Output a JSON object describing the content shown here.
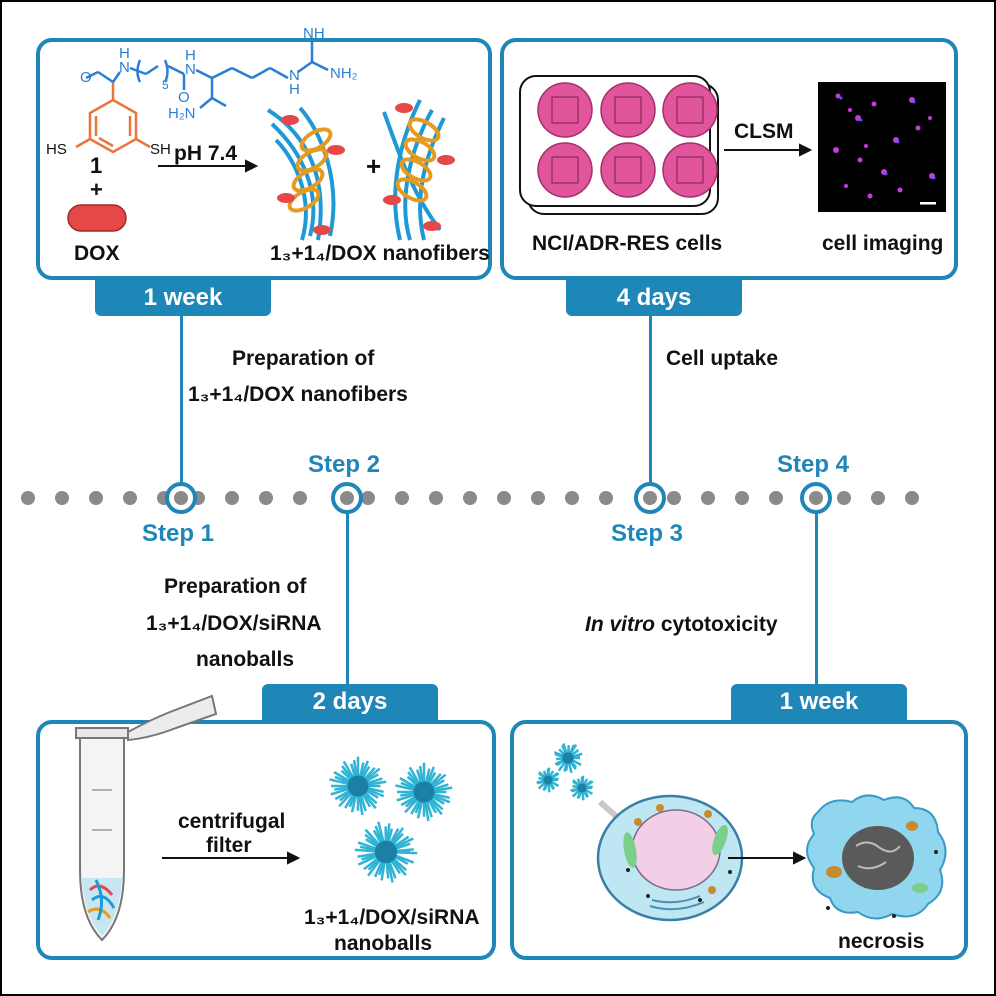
{
  "panel1": {
    "tab": "1 week",
    "compound_number": "1",
    "plus": "+",
    "dox": "DOX",
    "ph": "pH 7.4",
    "product_plus": "+",
    "product_label": "1₃+1₄/DOX nanofibers",
    "chem_labels": {
      "sh_left": "HS",
      "sh_right": "SH",
      "n1": "N",
      "h1": "H",
      "n2": "N",
      "h2": "H",
      "sub5": "5",
      "o1": "O",
      "o2": "O",
      "h2n": "H₂N",
      "nh2": "NH₂",
      "nh": "NH",
      "n3": "N",
      "h3": "H"
    }
  },
  "panel2": {
    "tab": "4 days",
    "cells": "NCI/ADR-RES cells",
    "clsm": "CLSM",
    "imaging": "cell imaging"
  },
  "panel3": {
    "tab": "2 days",
    "filter_line1": "centrifugal",
    "filter_line2": "filter",
    "product_line1": "1₃+1₄/DOX/siRNA",
    "product_line2": "nanoballs"
  },
  "panel4": {
    "tab": "1 week",
    "result": "necrosis"
  },
  "timeline": {
    "step1": "Step 1",
    "step2": "Step 2",
    "step3": "Step 3",
    "step4": "Step 4",
    "step1_desc_line1": "Preparation of",
    "step1_desc_line2": "1₃+1₄/DOX nanofibers",
    "step2_desc_line1": "Preparation of",
    "step2_desc_line2": "1₃+1₄/DOX/siRNA",
    "step2_desc_line3": "nanoballs",
    "step3_desc": "Cell uptake",
    "step4_desc_italic": "In vitro",
    "step4_desc_rest": " cytotoxicity"
  },
  "colors": {
    "accent": "#1f86b8",
    "structure_orange": "#e8763a",
    "structure_blue": "#2a7fd4",
    "dox_red": "#e64848",
    "well_pink": "#e0559b",
    "fiber_cyan": "#2fb4d6",
    "dot_gray": "#8a8a8a"
  }
}
